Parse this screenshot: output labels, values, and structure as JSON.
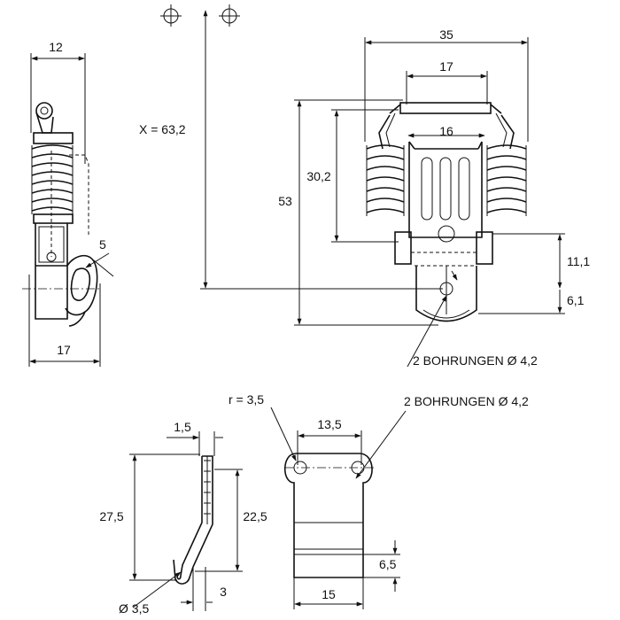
{
  "colors": {
    "ink": "#111111",
    "paper": "#ffffff"
  },
  "side_view": {
    "dim_width_top": "12",
    "dim_width_bottom": "17",
    "dim_hook": "5"
  },
  "front_view": {
    "dim_x": "X = 63,2",
    "dim_35": "35",
    "dim_17": "17",
    "dim_16": "16",
    "dim_53": "53",
    "dim_30_2": "30,2",
    "dim_11_1": "11,1",
    "dim_6_1": "6,1",
    "bore_note": "2 BOHRUNGEN Ø 4,2"
  },
  "hook_view": {
    "dim_1_5": "1,5",
    "dim_27_5": "27,5",
    "dim_22_5": "22,5",
    "dim_3": "3",
    "dim_dia": "Ø 3,5"
  },
  "plate_view": {
    "dim_r": "r = 3,5",
    "dim_13_5": "13,5",
    "dim_6_5": "6,5",
    "dim_15": "15",
    "bore_note": "2 BOHRUNGEN Ø 4,2"
  }
}
